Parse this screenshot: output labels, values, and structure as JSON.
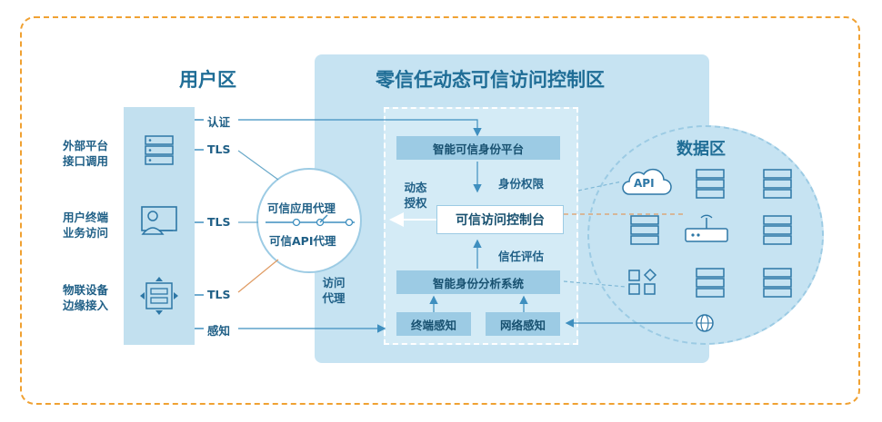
{
  "user_zone": {
    "title": "用户区",
    "items": [
      {
        "label": "外部平台\n接口调用",
        "connector": "TLS",
        "icon": "server-rack-icon"
      },
      {
        "label": "用户终端\n业务访问",
        "connector": "TLS",
        "icon": "user-terminal-icon"
      },
      {
        "label": "物联设备\n边缘接入",
        "connector": "TLS",
        "icon": "iot-device-icon"
      }
    ]
  },
  "connectors": {
    "auth": "认证",
    "perceive": "感知"
  },
  "proxy": {
    "app_proxy": "可信应用代理",
    "api_proxy": "可信API代理",
    "access_proxy": "访问\n代理"
  },
  "zero_trust_zone": {
    "title": "零信任动态可信访问控制区",
    "identity_platform": "智能可信身份平台",
    "identity_permission": "身份权限",
    "dynamic_auth": "动态\n授权",
    "access_console": "可信访问控制台",
    "trust_eval": "信任评估",
    "analysis_system": "智能身份分析系统",
    "terminal_perception": "终端感知",
    "network_perception": "网络感知"
  },
  "data_zone": {
    "title": "数据区",
    "api_label": "API",
    "icons": [
      "cloud-api-icon",
      "server-icon",
      "server-icon",
      "server-icon",
      "router-icon",
      "server-icon",
      "apps-grid-icon",
      "server-icon",
      "server-icon",
      "globe-icon"
    ]
  },
  "colors": {
    "frame": "#f0a132",
    "zone_bg": "#c6e3f2",
    "box": "#9ccbe4",
    "text": "#1f5f86"
  }
}
